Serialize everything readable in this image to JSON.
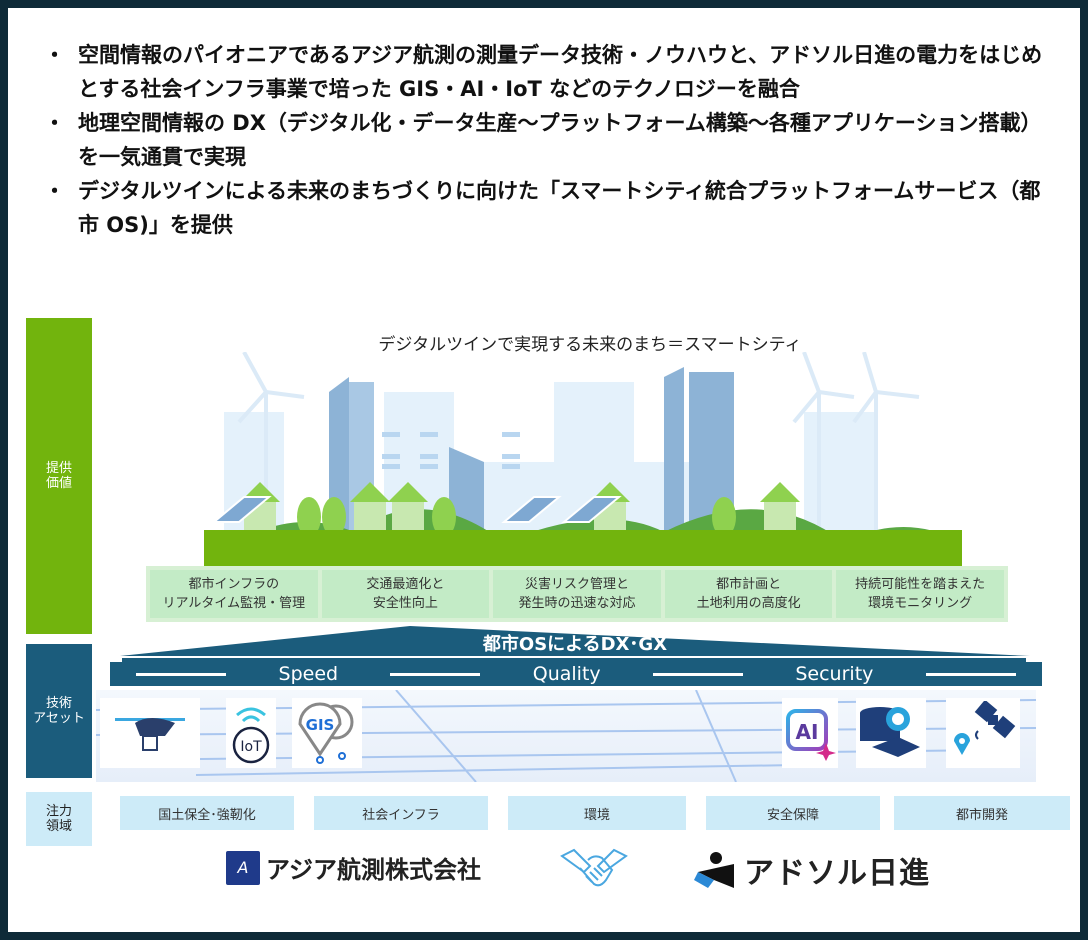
{
  "bullets": [
    {
      "marker": "・",
      "text": "空間情報のパイオニアであるアジア航測の測量データ技術・ノウハウと、アドソル日進の電力をはじめとする社会インフラ事業で培った GIS・AI・IoT などのテクノロジーを融合"
    },
    {
      "marker": "・",
      "text": "地理空間情報の DX（デジタル化・データ生産～プラットフォーム構築～各種アプリケーション搭載）を一気通貫で実現"
    },
    {
      "marker": "・",
      "text": "デジタルツインによる未来のまちづくりに向けた「スマートシティ統合プラットフォームサービス（都市 OS)」を提供"
    }
  ],
  "side_labels": {
    "value": "提供\n価値",
    "assets": "技術\nアセット",
    "focus": "注力\n領域"
  },
  "scene": {
    "title": "デジタルツインで実現する未来のまち＝スマートシティ"
  },
  "values": [
    "都市インフラの\nリアルタイム監視・管理",
    "交通最適化と\n安全性向上",
    "災害リスク管理と\n発生時の迅速な対応",
    "都市計画と\n土地利用の高度化",
    "持続可能性を踏まえた\n環境モニタリング"
  ],
  "platform": {
    "title": "都市OSによるDX･GX",
    "pillars": [
      "Speed",
      "Quality",
      "Security"
    ]
  },
  "assets": [
    {
      "name": "drone-icon",
      "label": ""
    },
    {
      "name": "iot-icon",
      "label": "IoT"
    },
    {
      "name": "gis-icon",
      "label": "GIS"
    },
    {
      "name": "ai-icon",
      "label": "AI"
    },
    {
      "name": "database-map-icon",
      "label": ""
    },
    {
      "name": "satellite-icon",
      "label": ""
    }
  ],
  "focus_areas": [
    "国土保全･強靭化",
    "社会インフラ",
    "環境",
    "安全保障",
    "都市開発"
  ],
  "logos": {
    "asia": "アジア航測株式会社",
    "asia_mark": "A",
    "adsol": "アドソル日進"
  },
  "colors": {
    "green": "#72b40d",
    "navy": "#1b5c7c",
    "light_blue": "#cdebf8",
    "light_green": "#c3ebc6",
    "frame": "#0e2a38"
  }
}
